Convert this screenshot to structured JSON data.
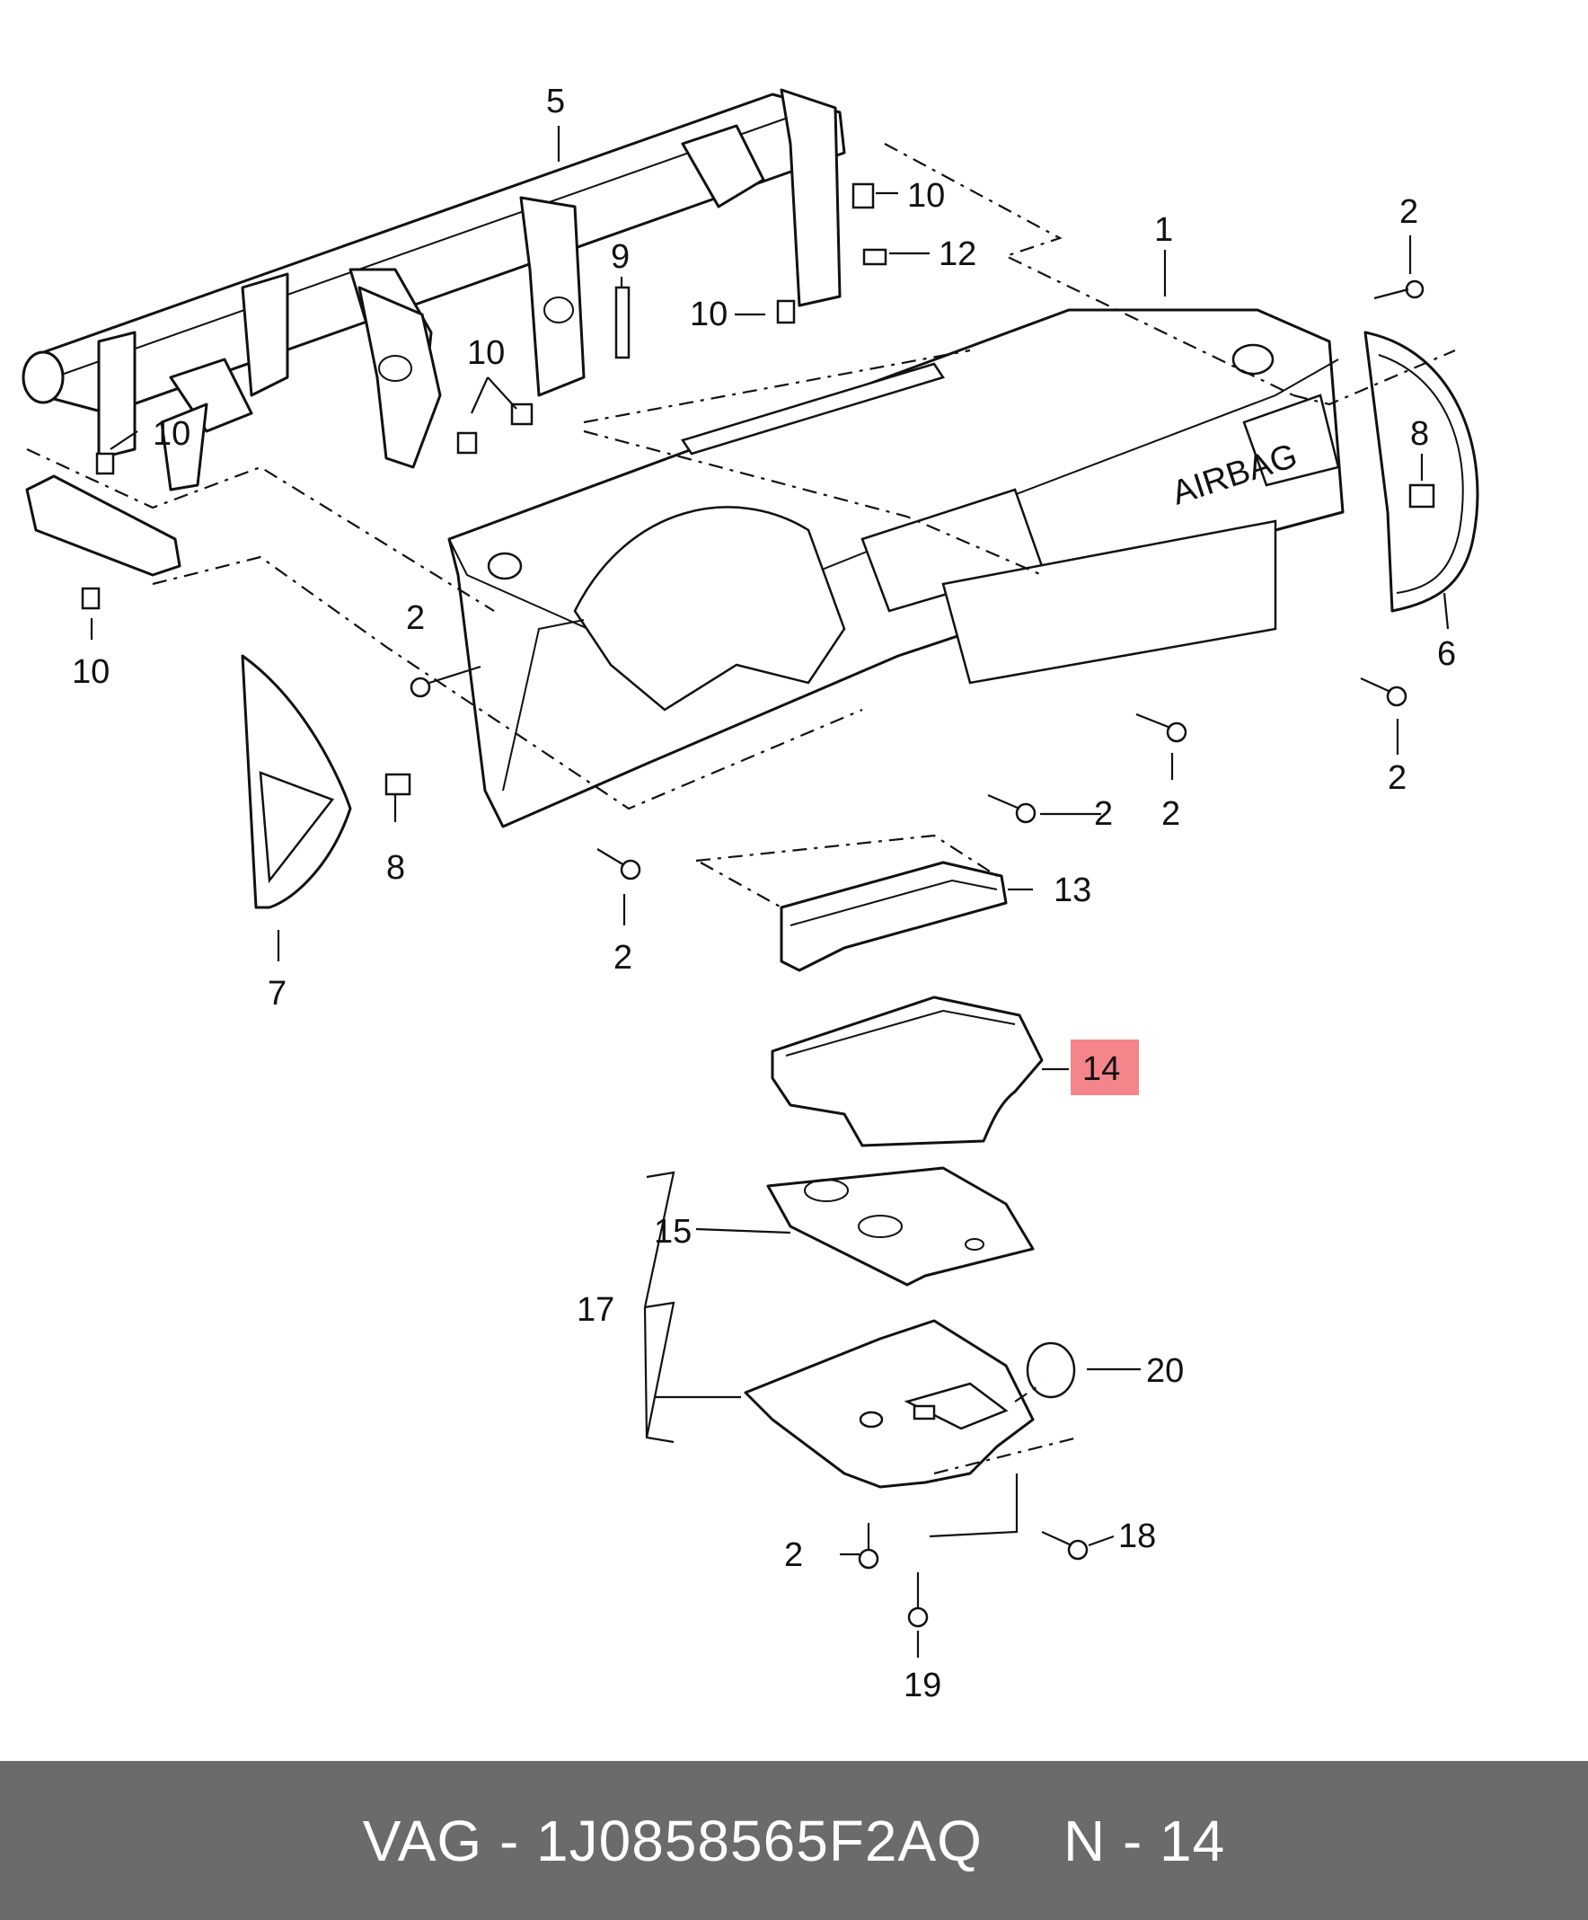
{
  "callouts": {
    "c1": "1",
    "c2a": "2",
    "c2b": "2",
    "c2c": "2",
    "c2d": "2",
    "c2e": "2",
    "c2f": "2",
    "c2g": "2",
    "c5": "5",
    "c6": "6",
    "c7": "7",
    "c8a": "8",
    "c8b": "8",
    "c9": "9",
    "c10a": "10",
    "c10b": "10",
    "c10c": "10",
    "c10d": "10",
    "c10e": "10",
    "c12": "12",
    "c13": "13",
    "c14": "14",
    "c15": "15",
    "c17": "17",
    "c18": "18",
    "c19": "19",
    "c20": "20",
    "airbag": "AIRBAG"
  },
  "highlight": {
    "part": "14",
    "color": "#f4858b"
  },
  "footer": {
    "brand_part": "VAG - 1J0858565F2AQ",
    "position": "N - 14"
  },
  "colors": {
    "footer_bg": "#6b6b6b",
    "footer_text": "#ffffff",
    "line": "#111111"
  }
}
